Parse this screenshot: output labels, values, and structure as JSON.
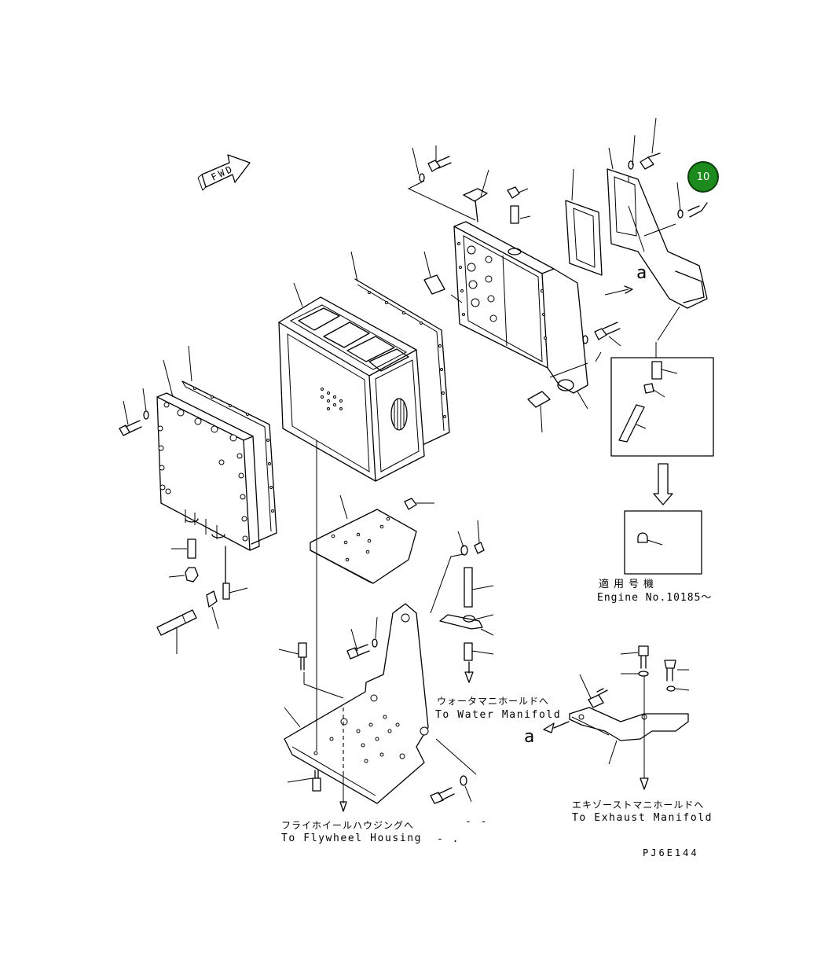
{
  "badge": {
    "label": "10",
    "color": "#1c8a1c"
  },
  "fwd_label": "FWD",
  "view_marker": "a",
  "engine_note": {
    "jp": "適用号機",
    "en": "Engine No.10185～"
  },
  "water_manifold": {
    "jp": "ウォータマニホールドへ",
    "en": "To Water Manifold"
  },
  "exhaust_manifold": {
    "jp": "エキゾーストマニホールドへ",
    "en": "To Exhaust Manifold"
  },
  "flywheel_housing": {
    "jp": "フライホイールハウジングへ",
    "en": "To Flywheel Housing"
  },
  "drawing_code": "PJ6E144",
  "dashes": [
    "- -",
    "- ."
  ]
}
